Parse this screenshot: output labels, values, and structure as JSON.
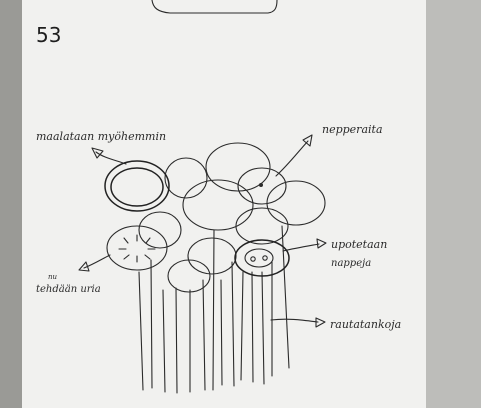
{
  "page_number": "53",
  "annotations": {
    "later_painted": "maalataan myöhemmin",
    "nepper": "nepperaita",
    "grooves": "tehdään uria",
    "grooves_superscript": "nu",
    "embedded_line1": "upotetaan",
    "embedded_line2": "nappeja",
    "iron_rods": "rautatankoja"
  },
  "colors": {
    "paper": "#f1f1ef",
    "ink": "#2b2b2b",
    "background": "#9a9a96"
  }
}
